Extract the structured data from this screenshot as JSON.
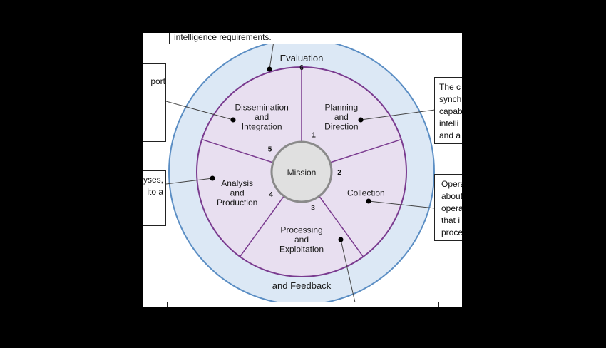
{
  "colors": {
    "outer_ring": "#dce8f5",
    "outer_stroke": "#5b8ec4",
    "wheel_fill": "#e8dff0",
    "wheel_stroke": "#7a3b8f",
    "hub_fill": "#e0e0e0",
    "hub_stroke": "#8a8a8a",
    "leader": "#444444"
  },
  "center": {
    "label": "Mission"
  },
  "ring": {
    "top_label": "Evaluation",
    "bottom_label": "and Feedback",
    "top_number": "6"
  },
  "segments": [
    {
      "number": "1",
      "lines": [
        "Planning",
        "and",
        "Direction"
      ]
    },
    {
      "number": "2",
      "lines": [
        "Collection"
      ]
    },
    {
      "number": "3",
      "lines": [
        "Processing",
        "and",
        "Exploitation"
      ]
    },
    {
      "number": "4",
      "lines": [
        "Analysis",
        "and",
        "Production"
      ]
    },
    {
      "number": "5",
      "lines": [
        "Dissemination",
        "and",
        "Integration"
      ]
    }
  ],
  "callouts": {
    "top": {
      "lines": [
        "intelligence requirements."
      ]
    },
    "left_upper": {
      "lines": [
        "",
        "",
        "port",
        "",
        ""
      ]
    },
    "left_lower": {
      "lines": [
        "yses,",
        "",
        "ito a",
        ""
      ]
    },
    "right_upper": {
      "lines": [
        "The c",
        "synch",
        "capab",
        "intelli",
        "and a"
      ]
    },
    "right_lower": {
      "lines": [
        "Opera",
        "about",
        "opera",
        "that i",
        "proce"
      ]
    },
    "bottom": {
      "lines": [
        ""
      ]
    }
  }
}
